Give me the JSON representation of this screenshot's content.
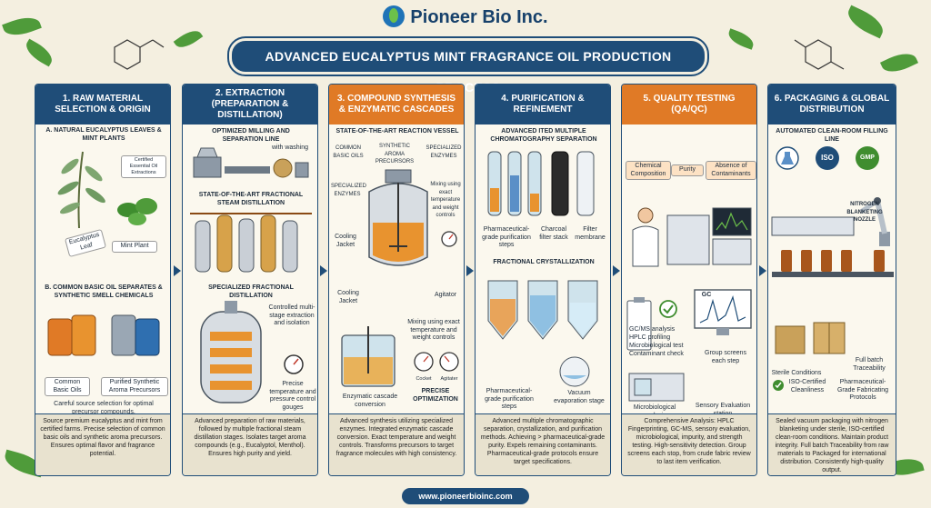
{
  "brand": {
    "name": "Pioneer Bio Inc."
  },
  "title": "ADVANCED EUCALYPTUS MINT FRAGRANCE OIL PRODUCTION PROCESS",
  "footer": {
    "url": "www.pioneerbioinc.com"
  },
  "colors": {
    "navy": "#1f4d78",
    "orange": "#e07a26",
    "leaf": "#4f9b3a",
    "cream": "#f7f2e3"
  },
  "steps": [
    {
      "header": "1. RAW MATERIAL SELECTION & ORIGIN",
      "sub_a": "A. NATURAL EUCALYPTUS LEAVES & MINT PLANTS",
      "certificate": "Certified Essential Oil Extractions",
      "eucalyptus_tag": "Eucalyptus Leaf",
      "mint_tag": "Mint Plant",
      "sub_b": "B. COMMON BASIC OIL SEPARATES & SYNTHETIC SMELL CHEMICALS",
      "oils_tag": "Common Basic Oils",
      "precursor_tag": "Purified Synthetic Aroma Precursors",
      "note": "Careful source selection for optimal precursor compounds.",
      "footer": "Source premium eucalyptus and mint from certified farms. Precise selection of common basic oils and synthetic aroma precursors. Ensures optimal flavor and fragrance potential."
    },
    {
      "header": "2. EXTRACTION (PREPARATION & DISTILLATION)",
      "mill": "OPTIMIZED MILLING AND SEPARATION LINE",
      "washing": "with washing",
      "steam": "STATE-OF-THE-ART FRACTIONAL STEAM DISTILLATION",
      "fractional": "SPECIALIZED FRACTIONAL DISTILLATION",
      "multistage": "Controlled multi-stage extraction and isolation",
      "gauges": "Precise temperature and pressure control gouges",
      "footer": "Advanced preparation of raw materials, followed by multiple fractional steam distillation stages. Isolates target aroma compounds (e.g., Eucalyptol, Menthol). Ensures high purity and yield."
    },
    {
      "header": "3. COMPOUND SYNTHESIS & ENZYMATIC CASCADES",
      "vessel": "STATE-OF-THE-ART REACTION VESSEL",
      "basic_oils": "COMMON BASIC OILS",
      "precursors": "SYNTHETIC AROMA PRECURSORS",
      "enzymes_a": "SPECIALIZED ENZYMES",
      "enzymes_b": "SPECIALIZED ENZYMES",
      "mixing_a": "Mixing using exact temperature and weight controls",
      "cooling_a": "Cooling Jacket",
      "cooling_b": "Cooling Jacket",
      "agitator_a": "Agitator",
      "mixing_b": "Mixing using exact temperature and weight controls",
      "cascade": "Enzymatic cascade conversion",
      "gauge_a": "Cocket",
      "gauge_b": "Agitater",
      "precise": "PRECISE OPTIMIZATION",
      "footer": "Advanced synthesis utilizing specialized enzymes. Integrated enzymatic cascade conversion. Exact temperature and weight controls. Transforms precursors to target fragrance molecules with high consistency."
    },
    {
      "header": "4. PURIFICATION & REFINEMENT",
      "chromato": "ADVANCED ITED MULTIPLE CHROMATOGRAPHY SEPARATION",
      "pharma_steps": "Pharmaceutical-grade purification steps",
      "charcoal": "Charcoal filter stack",
      "membrane": "Filter membrane",
      "crystal": "FRACTIONAL CRYSTALLIZATION",
      "pharma_steps_b": "Pharmaceutical-grade purification steps",
      "vacuum": "Vacuum evaporation stage",
      "footer": "Advanced multiple chromatographic separation, crystallization, and purification methods. Achieving > pharmaceutical-grade purity. Expels remaining contaminants. Pharmaceutical-grade protocols ensure target specifications."
    },
    {
      "header": "5. QUALITY TESTING (QA/QC)",
      "chip_a": "Chemical Composition",
      "chip_b": "Purity",
      "chip_c": "Absence of Contaminants",
      "gc": "GC",
      "checklist": [
        "GC/MS analysis",
        "HPLC profiling",
        "Microbiological test",
        "Contaminant check"
      ],
      "group": "Group screens each step",
      "micro": "Microbiological analysis",
      "sensory": "Sensory Evaluation station",
      "footer": "Comprehensive Analysis: HPLC Fingerprinting, GC-MS, sensory evaluation, microbiological, impurity, and strength testing. High-sensitivity detection. Group screens each stop, from crude fabric review to last item verification."
    },
    {
      "header": "6. PACKAGING & GLOBAL DISTRIBUTION",
      "line": "AUTOMATED CLEAN-ROOM FILLING LINE",
      "iso": "ISO",
      "gmp": "GMP",
      "nitrogen": "NITROGEN BLANKETING NOZZLE",
      "sterile": "Sterile Conditions",
      "traceability": "Full batch Traceability",
      "iso_cert": "ISO-Certified Cleanliness",
      "pharma_proto": "Pharmaceutical-Grade Fabricating Protocols",
      "footer": "Sealed vacuum packaging with nitrogen blanketing under sterile, ISO-certified clean-room conditions. Maintain product integrity. Full batch Traceability from raw materials to Packaged for international distribution. Consistently high-quality output."
    }
  ]
}
